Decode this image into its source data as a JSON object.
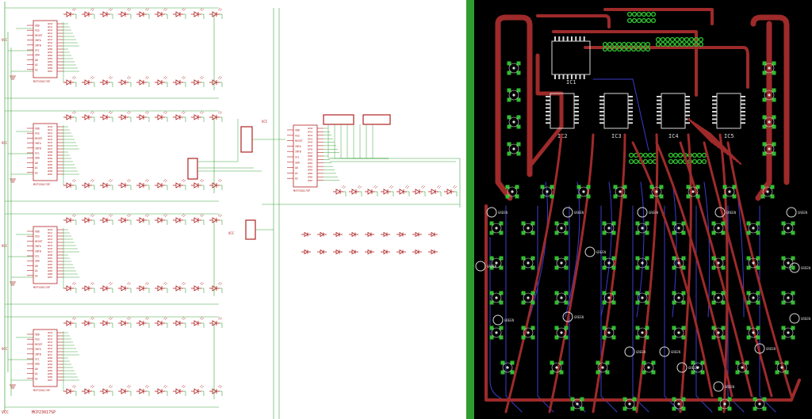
{
  "schematic": {
    "ic_part_label": "MCP23017SP",
    "vcc_label": "VCC",
    "pin_left": [
      "VDD",
      "VSS",
      "RESET",
      "INTA",
      "INTB",
      "SCL",
      "SDA",
      "A0",
      "A1",
      "A2"
    ],
    "pin_right": [
      "GPA0",
      "GPA1",
      "GPA2",
      "GPA3",
      "GPA4",
      "GPA5",
      "GPA6",
      "GPA7",
      "GPB0",
      "GPB1",
      "GPB2",
      "GPB3",
      "GPB4",
      "GPB5",
      "GPB6",
      "GPB7"
    ],
    "led_label": "GREEN"
  },
  "board": {
    "ic_labels": [
      "IC1",
      "IC2",
      "IC3",
      "IC4",
      "IC5"
    ],
    "led_label": "GREEN"
  },
  "colors": {
    "schematic_wire": "#3fa33f",
    "schematic_part": "#b22222",
    "board_bg": "#000000",
    "board_frame": "#2f9c2f",
    "top_copper": "#9e2a2a",
    "bottom_copper": "#3b3bcc",
    "pad": "#2fbf2f",
    "silk": "#d8d8d8"
  }
}
